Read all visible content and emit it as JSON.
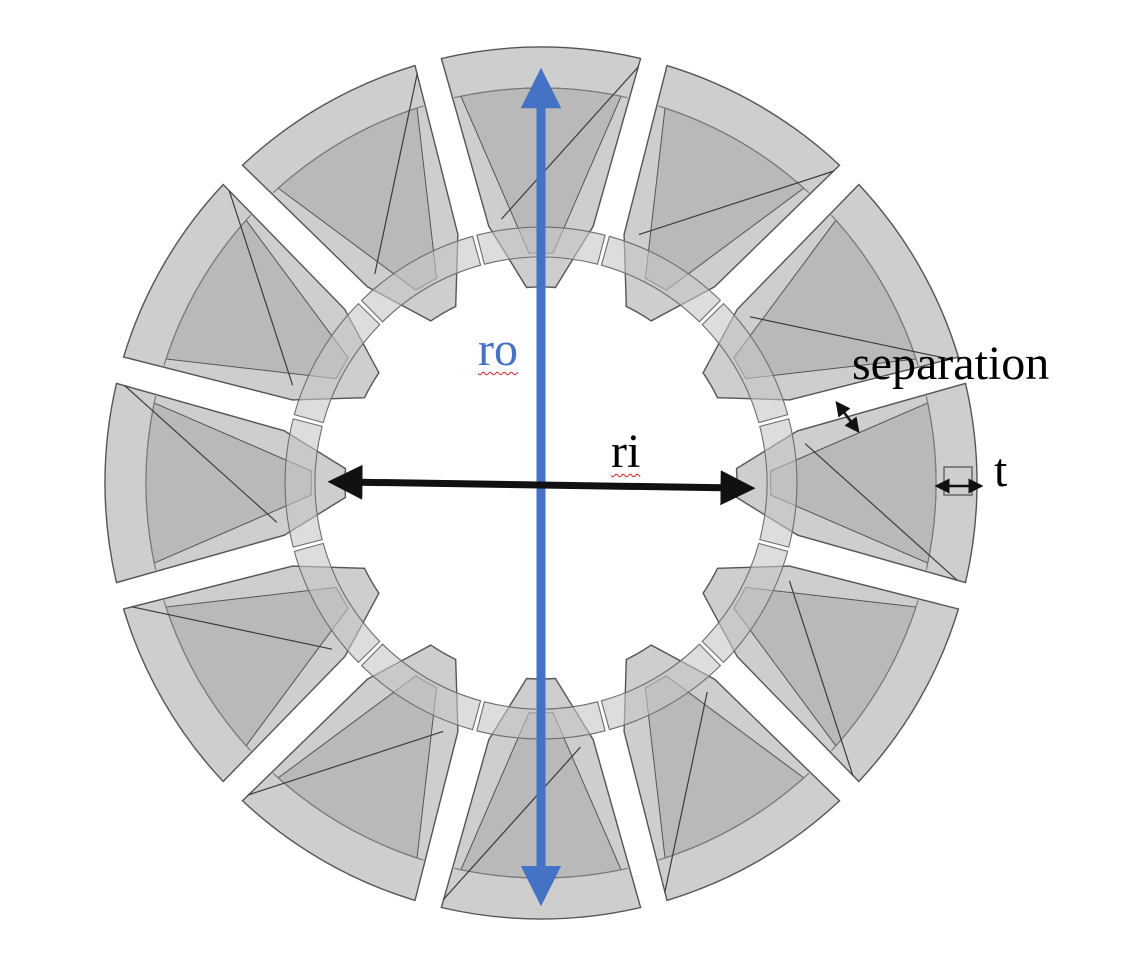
{
  "labels": {
    "ro": "ro",
    "ri": "ri",
    "separation": "separation",
    "t": "t"
  },
  "colors": {
    "segment_fill": "#c6c6c6",
    "segment_inner_fill": "#b2b2b2",
    "segment_edge": "#555555",
    "ro_arrow": "#4472c4",
    "ri_arrow": "#111111",
    "label_text": "#000000",
    "ro_text": "#4472c4",
    "background": "#ffffff"
  },
  "geometry_semantics": {
    "segments": 12,
    "slots": 12,
    "ro_arrow_direction": "vertical-double",
    "ri_arrow_direction": "horizontal-double"
  }
}
